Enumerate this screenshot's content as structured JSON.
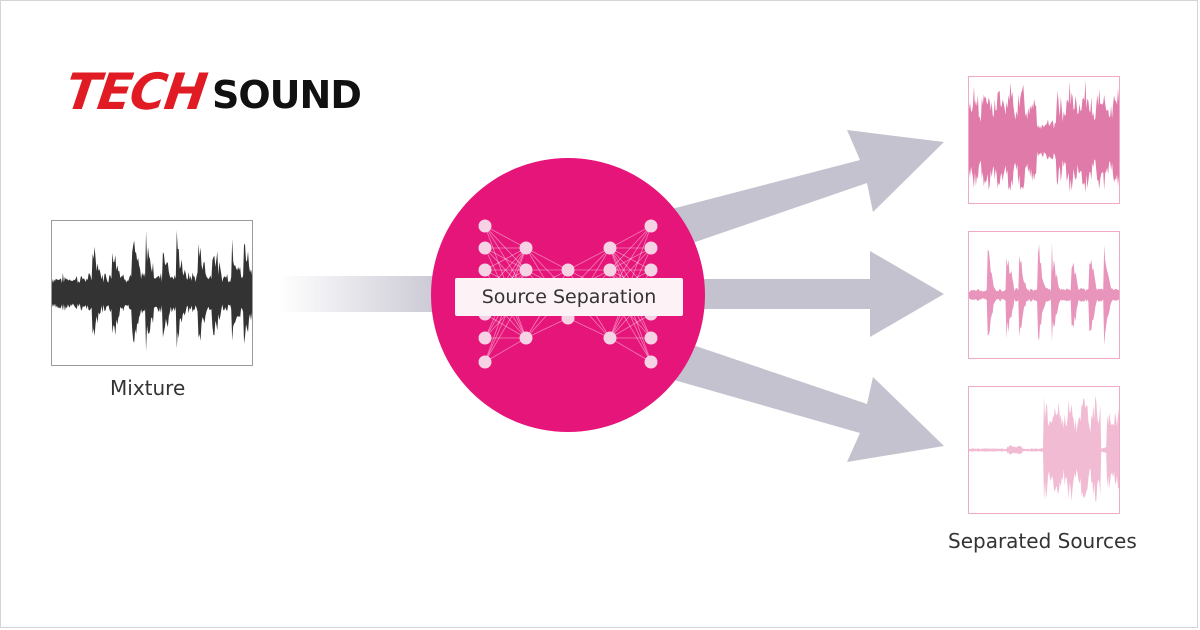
{
  "logo": {
    "tech": "TECH",
    "sound": "SOUND"
  },
  "diagram": {
    "input_label": "Mixture",
    "process_label": "Source Separation",
    "output_label": "Separated Sources"
  },
  "colors": {
    "circle": "#e6157a",
    "arrow": "#c4c2cf",
    "mixture_wave": "#333333",
    "source_1": "#e07aa8",
    "source_2": "#e894bb",
    "source_3": "#f1bcd3",
    "logo_red": "#e01b24"
  }
}
